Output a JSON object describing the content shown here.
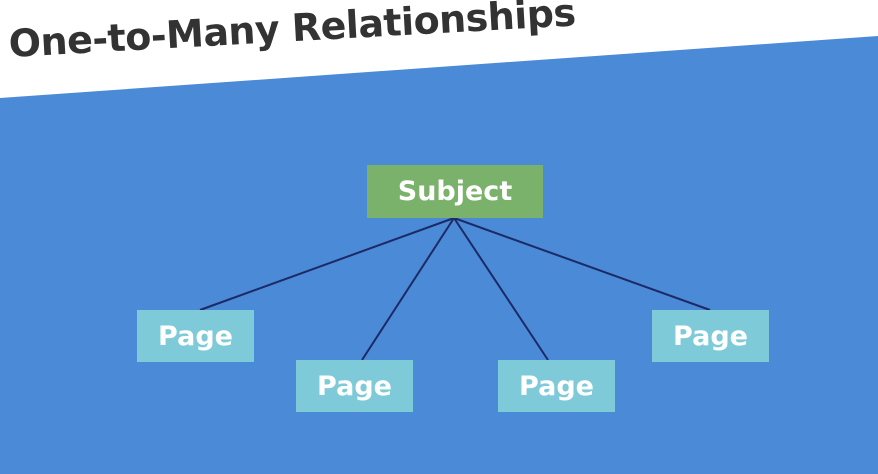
{
  "title": "One-to-Many Relationships",
  "colors": {
    "background": "#4a8ad6",
    "banner": "#ffffff",
    "title_text": "#333333",
    "parent_node": "#7ab26c",
    "child_node": "#7ecad9",
    "connector": "#1c2a66"
  },
  "diagram": {
    "parent": {
      "label": "Subject"
    },
    "children": [
      {
        "label": "Page"
      },
      {
        "label": "Page"
      },
      {
        "label": "Page"
      },
      {
        "label": "Page"
      }
    ]
  }
}
